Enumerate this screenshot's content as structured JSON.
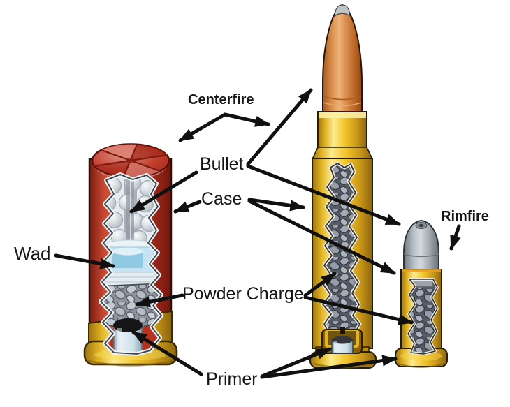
{
  "labels": {
    "centerfire": "Centerfire",
    "bullet": "Bullet",
    "case": "Case",
    "wad": "Wad",
    "powder_charge": "Powder Charge",
    "primer": "Primer",
    "rimfire": "Rimfire"
  },
  "colors": {
    "background": "#ffffff",
    "label_text": "#161616",
    "arrow": "#101010",
    "shotshell_red": "#b5301f",
    "brass": "#f0c128",
    "bullet_copper": "#d88c4a",
    "rimfire_lead_gray": "#aab3b9",
    "powder_gray": "#9aa0ab",
    "primer_black": "#1a1a1a"
  }
}
